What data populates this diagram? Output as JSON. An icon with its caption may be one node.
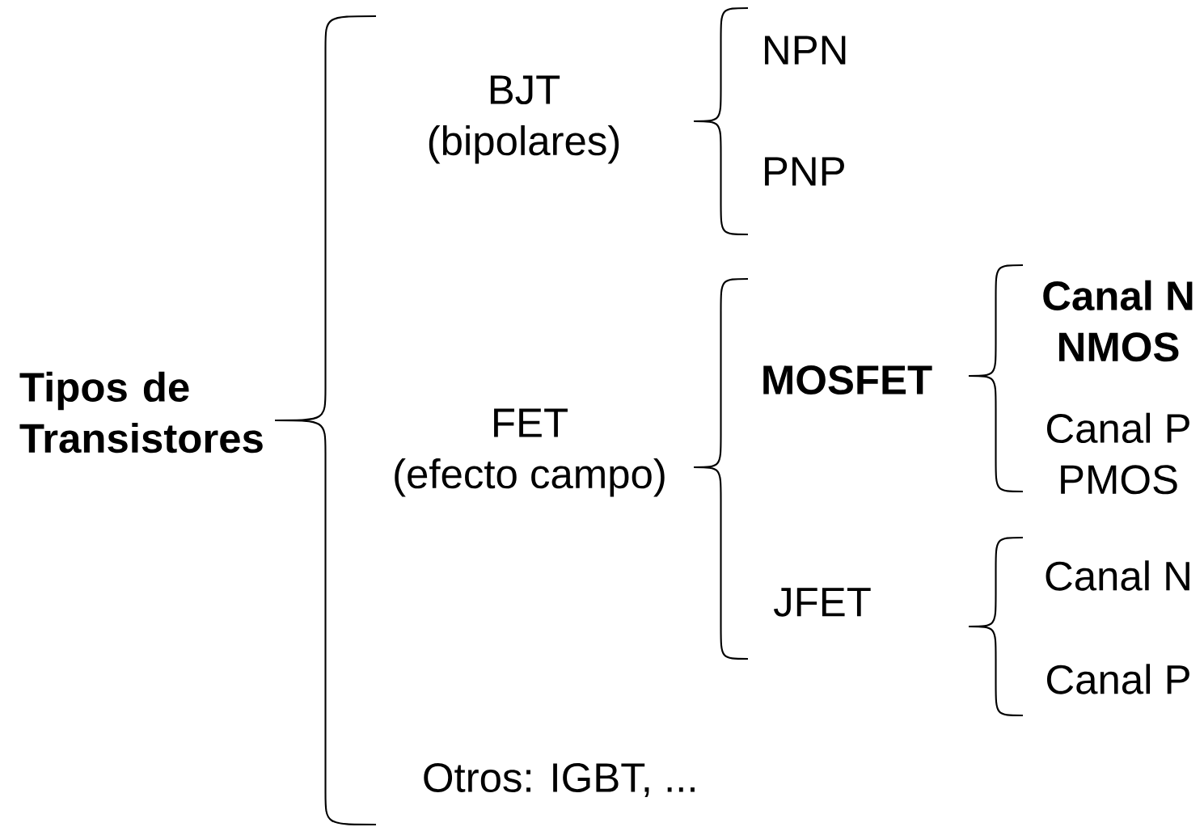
{
  "diagram": {
    "nodes": [
      {
        "text": [
          "Tipos de Transistores"
        ]
      },
      {
        "text": [
          "BJT",
          "(bipolares)"
        ]
      },
      {
        "text": [
          "NPN"
        ]
      },
      {
        "text": [
          "PNP"
        ]
      },
      {
        "text": [
          "FET",
          "(efecto campo)"
        ]
      },
      {
        "text": [
          "MOSFET"
        ]
      },
      {
        "text": [
          "Canal N",
          "NMOS"
        ]
      },
      {
        "text": [
          "Canal P",
          "PMOS"
        ]
      },
      {
        "text": [
          "JFET"
        ]
      },
      {
        "text": [
          "Canal N"
        ]
      },
      {
        "text": [
          "Canal P"
        ]
      },
      {
        "text": [
          "Otros: IGBT,  ..."
        ]
      }
    ]
  }
}
